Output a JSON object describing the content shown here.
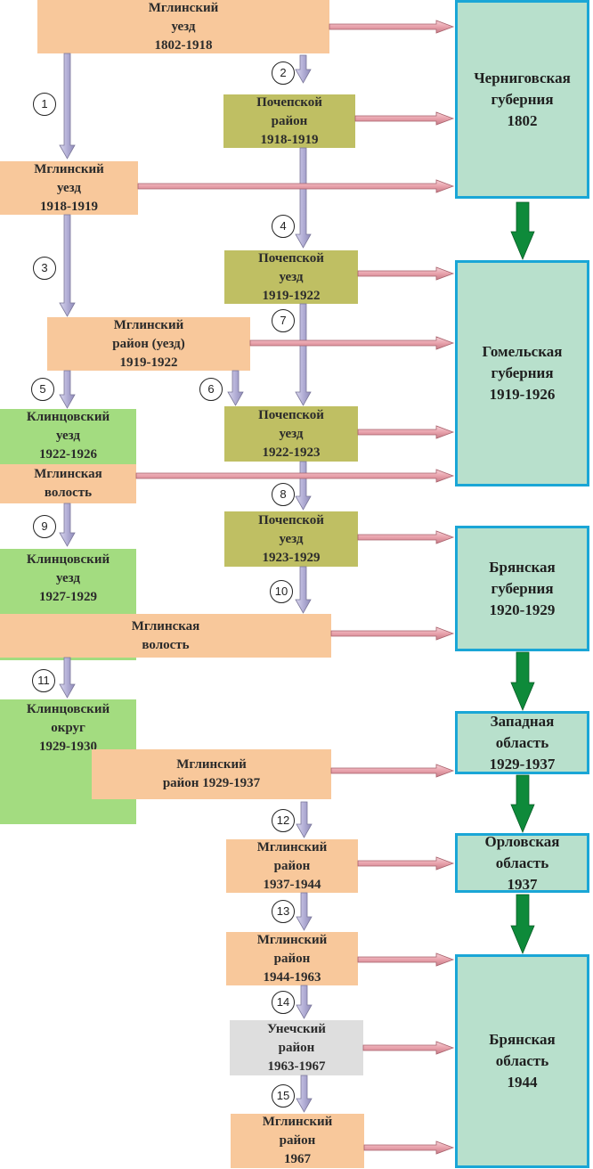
{
  "regions": {
    "chernigov": "Черниговская\nгуберния\n1802",
    "gomel": "Гомельская\nгуберния\n1919-1926",
    "bryansk_gub": "Брянская\nгуберния\n1920-1929",
    "zapadnaya": "Западная\nобласть\n1929-1937",
    "orlovskaya": "Орловская\nобласть\n1937",
    "bryansk_obl": "Брянская\nобласть\n1944"
  },
  "units": {
    "mglin_uezd_1802": "Мглинский\nуезд\n1802-1918",
    "pochep_raion_1918": "Почепской\nрайон\n1918-1919",
    "mglin_uezd_1918": "Мглинский\nуезд\n1918-1919",
    "pochep_uezd_1919": "Почепской\nуезд\n1919-1922",
    "mglin_raion_1919": "Мглинский\nрайон (уезд)\n1919-1922",
    "klintsy_uezd_1922": "Клинцовский\nуезд\n1922-1926",
    "pochep_uezd_1922": "Почепской\nуезд\n1922-1923",
    "mglin_volost_1": "Мглинская\nволость",
    "pochep_uezd_1923": "Почепской\nуезд\n1923-1929",
    "klintsy_uezd_1927": "Клинцовский\nуезд\n1927-1929",
    "mglin_volost_2": "Мглинская\nволость",
    "klintsy_okrug": "Клинцовский\nокруг\n1929-1930",
    "mglin_raion_1929": "Мглинский\nрайон 1929-1937",
    "mglin_raion_1937": "Мглинский\nрайон\n1937-1944",
    "mglin_raion_1944": "Мглинский\nрайон\n1944-1963",
    "unecha_raion": "Унечский\nрайон\n1963-1967",
    "mglin_raion_1967": "Мглинский\nрайон\n1967"
  },
  "steps": [
    "1",
    "2",
    "3",
    "4",
    "5",
    "6",
    "7",
    "8",
    "9",
    "10",
    "11",
    "12",
    "13",
    "14",
    "15"
  ],
  "colors": {
    "peach": "#f8c89b",
    "olive": "#bfbf63",
    "green": "#a3dc80",
    "grey": "#dedede",
    "region_fill": "#b8e0cc",
    "region_border": "#1aa6d6",
    "arrow_down": "#b9b6d9",
    "arrow_pink": "#e8a5ae",
    "arrow_green": "#0e8a3a"
  }
}
